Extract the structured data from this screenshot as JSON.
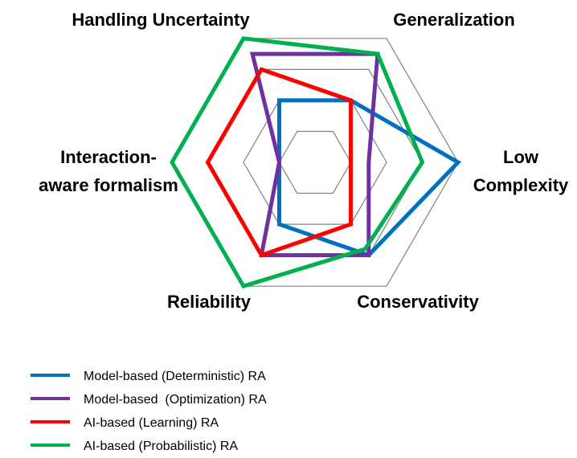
{
  "chart_data": {
    "type": "radar",
    "title": "",
    "axes": [
      {
        "key": "handling_uncertainty",
        "label_lines": [
          "Handling Uncertainty"
        ],
        "anchor": "middle"
      },
      {
        "key": "generalization",
        "label_lines": [
          "Generalization"
        ],
        "anchor": "middle"
      },
      {
        "key": "low_complexity",
        "label_lines": [
          "Low",
          "Complexity"
        ],
        "anchor": "middle"
      },
      {
        "key": "conservativity",
        "label_lines": [
          "Conservativity"
        ],
        "anchor": "middle"
      },
      {
        "key": "reliability",
        "label_lines": [
          "Reliability"
        ],
        "anchor": "middle"
      },
      {
        "key": "interaction_aware_formalism",
        "label_lines": [
          "Interaction-",
          "aware formalism"
        ],
        "anchor": "middle"
      }
    ],
    "scale": {
      "min": 0,
      "max": 4,
      "rings": [
        1,
        2,
        3,
        4
      ]
    },
    "grid": true,
    "legend_position": "bottom-left",
    "series": [
      {
        "name": "Model-based (Deterministic) RA",
        "color": "#0070C0",
        "values": [
          2,
          2,
          4,
          3,
          2,
          1
        ]
      },
      {
        "name": "Model-based  (Optimization) RA",
        "color": "#7030A0",
        "values": [
          3.5,
          3.5,
          1.5,
          3,
          3,
          1
        ]
      },
      {
        "name": "AI-based (Learning) RA",
        "color": "#FF0000",
        "values": [
          3,
          2,
          1,
          2,
          3,
          3
        ]
      },
      {
        "name": "AI-based (Probabilistic) RA",
        "color": "#00B050",
        "values": [
          4,
          3.5,
          3,
          2.8,
          4,
          4
        ]
      }
    ],
    "grid_color": "#808080"
  }
}
